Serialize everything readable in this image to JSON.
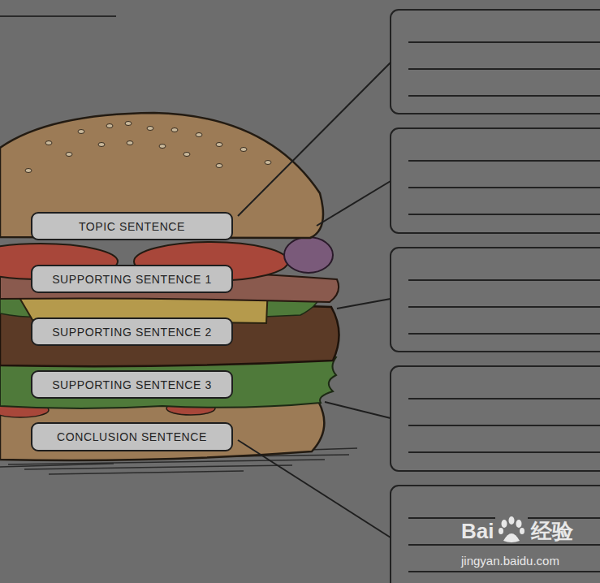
{
  "diagram": {
    "nodes": [
      {
        "text": [
          "TOPIC SENTENCE"
        ]
      },
      {
        "text": [
          "SUPPORTING SENTENCE 1"
        ]
      },
      {
        "text": [
          "SUPPORTING SENTENCE 2"
        ]
      },
      {
        "text": [
          "SUPPORTING SENTENCE 3"
        ]
      },
      {
        "text": [
          "CONCLUSION SENTENCE"
        ]
      }
    ],
    "labels": [
      "Bai",
      "经验",
      "jingyan.baidu.com"
    ]
  }
}
